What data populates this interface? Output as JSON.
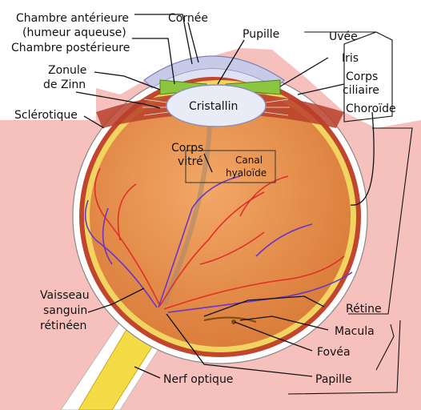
{
  "labels": {
    "chambre_anterieure_1": "Chambre antérieure",
    "chambre_anterieure_2": "(humeur aqueuse)",
    "chambre_posterieure": "Chambre postérieure",
    "zonule_1": "Zonule",
    "zonule_2": "de Zinn",
    "sclerotique": "Sclérotique",
    "cornee": "Cornée",
    "pupille": "Pupille",
    "cristallin": "Cristallin",
    "corps_vitre_1": "Corps",
    "corps_vitre_2": "vitré",
    "canal_1": "Canal",
    "canal_2": "hyaloïde",
    "uvee": "Uvée",
    "iris": "Iris",
    "corps_ciliaire_1": "Corps",
    "corps_ciliaire_2": "ciliaire",
    "choroide": "Choroïde",
    "vaisseau_1": "Vaisseau",
    "vaisseau_2": "sanguin",
    "vaisseau_3": "rétinéen",
    "retine": "Rétine",
    "macula": "Macula",
    "fovea": "Fovéa",
    "nerf_optique": "Nerf optique",
    "papille": "Papille"
  },
  "colors": {
    "background_skin": "#f6c1bd",
    "vitreous": "#e8924e",
    "retina": "#f2d560",
    "choroid": "#c2452e",
    "sclera": "#ffffff",
    "cornea": "#c7cbe8",
    "iris": "#8cc53f",
    "lens": "#e9ecf6",
    "optic_nerve": "#f4dc47",
    "artery": "#e0302a",
    "vein": "#6a35c8"
  }
}
